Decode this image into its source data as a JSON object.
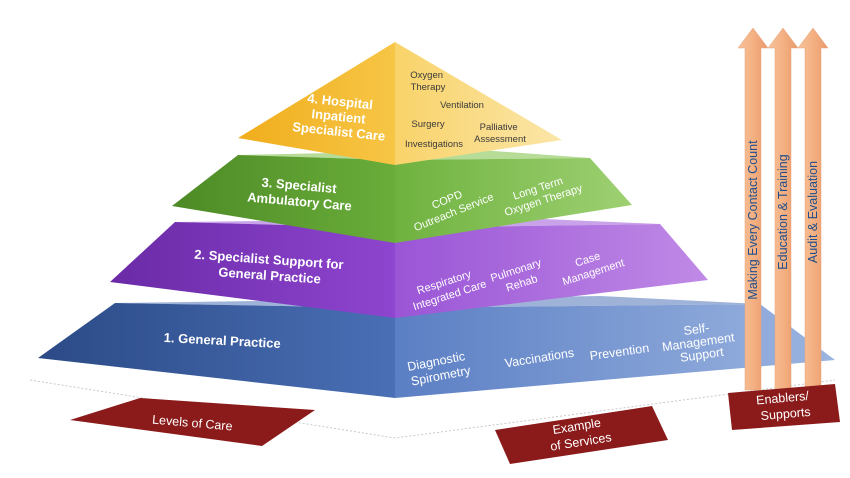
{
  "levels": {
    "l1": "1. General Practice",
    "l2": [
      "2. Specialist Support for",
      "General Practice"
    ],
    "l3": [
      "3. Specialist",
      "Ambulatory Care"
    ],
    "l4": [
      "4. Hospital",
      "Inpatient",
      "Specialist Care"
    ]
  },
  "services": {
    "l1": {
      "diagnostic": [
        "Diagnostic",
        "Spirometry"
      ],
      "vaccinations": "Vaccinations",
      "prevention": "Prevention",
      "self_mgmt": [
        "Self-",
        "Management",
        "Support"
      ]
    },
    "l2": {
      "respiratory": [
        "Respiratory",
        "Integrated Care"
      ],
      "pulmonary": [
        "Pulmonary",
        "Rehab"
      ],
      "case": [
        "Case",
        "Management"
      ]
    },
    "l3": {
      "copd": [
        "COPD",
        "Outreach Service"
      ],
      "ltot": [
        "Long Term",
        "Oxygen Therapy"
      ]
    },
    "l4": {
      "oxygen": [
        "Oxygen",
        "Therapy"
      ],
      "ventilation": "Ventilation",
      "surgery": "Surgery",
      "palliative": [
        "Palliative",
        "Assessment"
      ],
      "investigations": "Investigations"
    }
  },
  "enablers": {
    "arrows": [
      "Making Every Contact Count",
      "Education & Training",
      "Audit & Evaluation"
    ]
  },
  "labels": {
    "levels_of_care": "Levels of Care",
    "example_services": [
      "Example",
      "of Services"
    ],
    "enablers": [
      "Enablers/",
      "Supports"
    ]
  },
  "colors": {
    "tier1": "#2e4f8f",
    "tier2": "#7b34b8",
    "tier3": "#5a9a2e",
    "tier4": "#f2b527",
    "label_box": "#8b1a1a",
    "arrow": "#f4b183"
  }
}
